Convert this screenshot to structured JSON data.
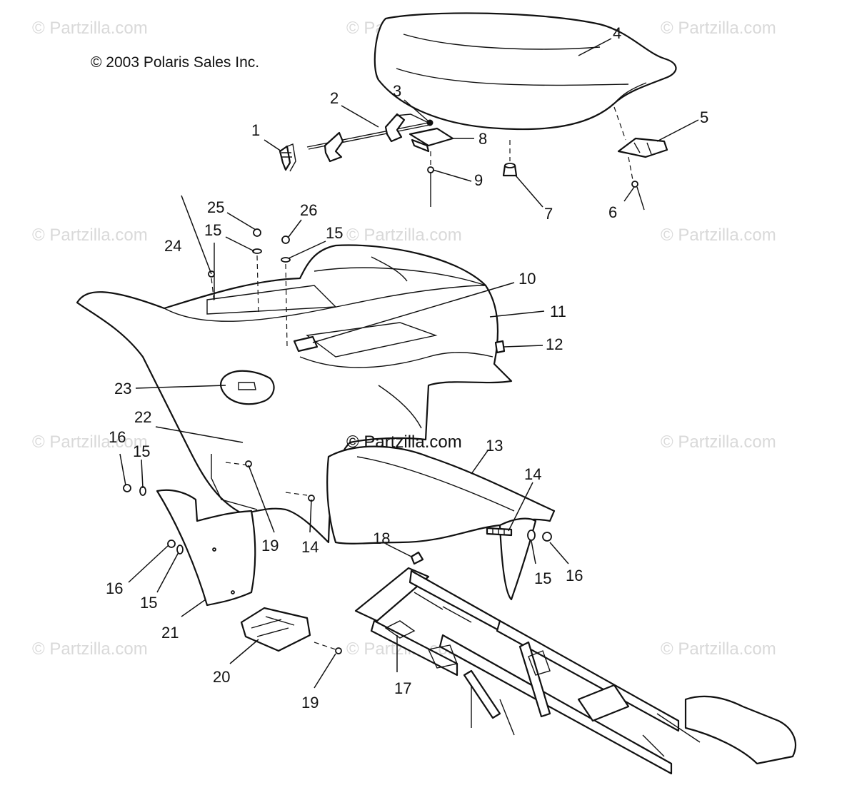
{
  "copyright": "© 2003 Polaris Sales Inc.",
  "watermark_text": "© Partzilla.com",
  "center_watermark_text": "© Partzilla.com",
  "callouts": [
    "1",
    "2",
    "3",
    "4",
    "5",
    "6",
    "7",
    "8",
    "9",
    "10",
    "11",
    "12",
    "13",
    "14",
    "15",
    "16",
    "17",
    "18",
    "19",
    "20",
    "21",
    "22",
    "23",
    "24",
    "25",
    "26"
  ],
  "colors": {
    "line": "#111111",
    "watermark": "#d9d9d9",
    "background": "#ffffff"
  }
}
